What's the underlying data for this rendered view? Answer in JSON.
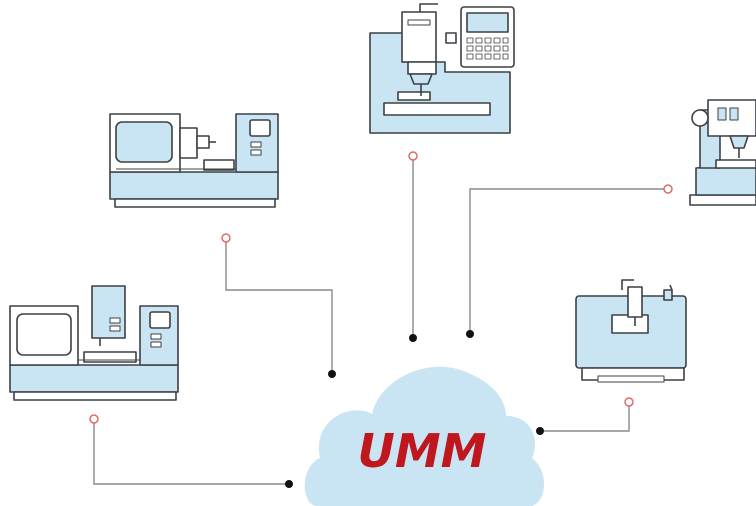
{
  "hub": {
    "label": "UMM",
    "label_color": "#c0161d",
    "fill_color": "#c9e4f2"
  },
  "machines": [
    {
      "name": "vertical-mill",
      "icon": "vertical-mill-icon"
    },
    {
      "name": "cnc-lathe",
      "icon": "cnc-lathe-icon"
    },
    {
      "name": "drill-press",
      "icon": "drill-press-icon"
    },
    {
      "name": "turning-center",
      "icon": "turning-center-icon"
    },
    {
      "name": "engraving-machine",
      "icon": "engraving-machine-icon"
    }
  ],
  "colors": {
    "machine_fill": "#c9e4f2",
    "outline": "#3d4045",
    "connector_line": "#8a8a8a",
    "node_start": "#e06a6a",
    "node_end": "#111111"
  }
}
